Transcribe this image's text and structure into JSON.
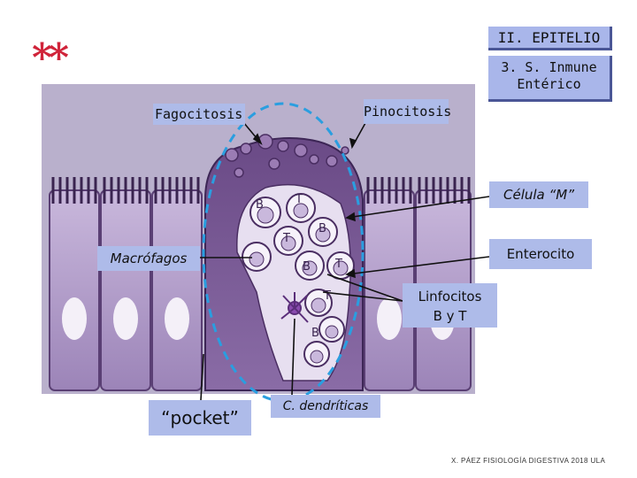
{
  "header": {
    "stars": "**",
    "title": "II. EPITELIO",
    "subtitle_line1": "3. S. Inmune",
    "subtitle_line2": "Entérico"
  },
  "labels": {
    "fagocitosis": "Fagocitosis",
    "pinocitosis": "Pinocitosis",
    "celula_m": "Célula “M”",
    "enterocito": "Enterocito",
    "macrofagos": "Macrófagos",
    "linfocitos_line1": "Linfocitos",
    "linfocitos_line2": "B y T",
    "pocket": "“pocket”",
    "dendriticas": "C. dendríticas"
  },
  "cell_letters": {
    "b1": "B",
    "t1": "T",
    "t2": "T",
    "b2": "B",
    "b3": "B",
    "t3": "T",
    "t4": "T",
    "b4": "B"
  },
  "credit": "X. PÁEZ  FISIOLOGÍA DIGESTIVA 2018  ULA",
  "colors": {
    "accent_red": "#d0243a",
    "label_bg": "#aebbe9",
    "tissue_purple": "#7a5a94",
    "dashed_blue": "#2a9ee0"
  }
}
